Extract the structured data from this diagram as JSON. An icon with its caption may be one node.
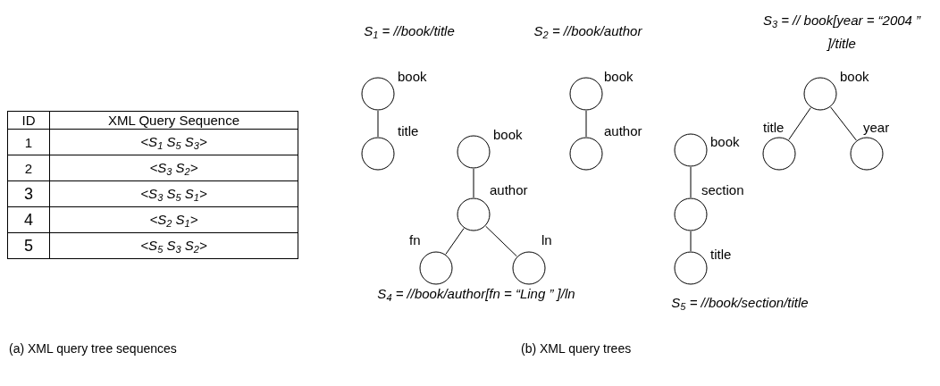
{
  "diagram": {
    "nodes": [
      {
        "text": [],
        "shape": "circle",
        "beside": [
          "book"
        ]
      },
      {
        "text": [],
        "shape": "circle",
        "beside": [
          "title"
        ]
      },
      {
        "text": [],
        "shape": "circle",
        "beside": [
          "book"
        ]
      },
      {
        "text": [],
        "shape": "circle",
        "beside": [
          "author"
        ]
      },
      {
        "text": [],
        "shape": "circle",
        "beside": [
          "fn"
        ]
      },
      {
        "text": [],
        "shape": "circle",
        "beside": [
          "ln"
        ]
      },
      {
        "text": [],
        "shape": "circle",
        "beside": [
          "book"
        ]
      },
      {
        "text": [],
        "shape": "circle",
        "beside": [
          "author"
        ]
      },
      {
        "text": [],
        "shape": "circle",
        "beside": [
          "book"
        ]
      },
      {
        "text": [],
        "shape": "circle",
        "beside": [
          "section"
        ]
      },
      {
        "text": [],
        "shape": "circle",
        "beside": [
          "title"
        ]
      },
      {
        "text": [],
        "shape": "circle",
        "beside": [
          "book"
        ]
      },
      {
        "text": [],
        "shape": "circle",
        "beside": [
          "title"
        ]
      },
      {
        "text": [],
        "shape": "circle",
        "beside": [
          "year"
        ]
      }
    ],
    "edges": [
      {
        "from": 0,
        "to": 1,
        "arrow": "none"
      },
      {
        "from": 2,
        "to": 3,
        "arrow": "none"
      },
      {
        "from": 3,
        "to": 4,
        "arrow": "none"
      },
      {
        "from": 3,
        "to": 5,
        "arrow": "none"
      },
      {
        "from": 6,
        "to": 7,
        "arrow": "none"
      },
      {
        "from": 8,
        "to": 9,
        "arrow": "none"
      },
      {
        "from": 9,
        "to": 10,
        "arrow": "none"
      },
      {
        "from": 11,
        "to": 12,
        "arrow": "none"
      },
      {
        "from": 11,
        "to": 13,
        "arrow": "none"
      }
    ],
    "labels": [
      "S$_{1}$ = //book/title",
      "S$_{2}$ = //book/author",
      "S$_{3}$ = // book[year = “2004 ” ]/title",
      "ID",
      "XML Query Sequence",
      "1",
      "<S$_{1}$ S$_{5}$ S$_{3}$>",
      "2",
      "<S$_{3}$ S$_{2}$>",
      "3",
      "<S$_{3}$ S$_{5}$ S$_{1}$>",
      "4",
      "<S$_{2}$ S$_{1}$>",
      "5",
      "<S$_{5}$ S$_{3}$ S$_{2}$>",
      "S$_{4}$ = //book/author[fn = “Ling ” ]/ln",
      "S$_{5}$ = //book/section/title",
      "(a) XML query tree sequences",
      "(b) XML query trees"
    ]
  }
}
